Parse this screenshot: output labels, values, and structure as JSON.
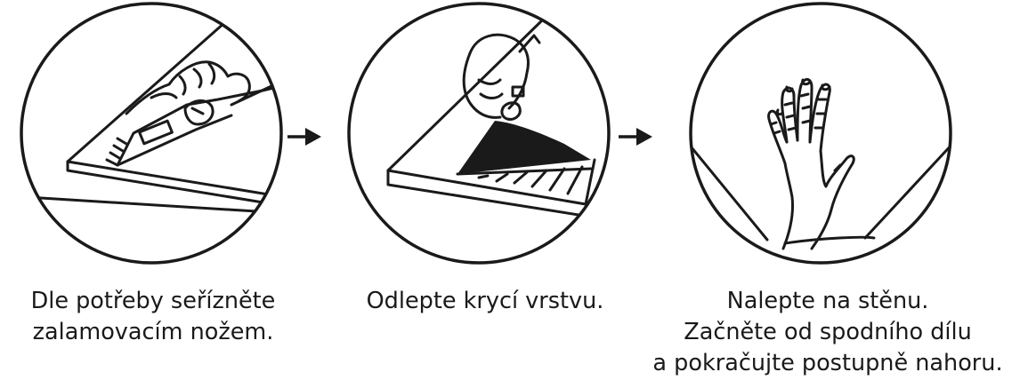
{
  "steps": [
    {
      "icon": "cutter-knife-icon",
      "caption": [
        "Dle potřeby seřízněte",
        "zalamovacím nožem."
      ]
    },
    {
      "icon": "peel-backing-icon",
      "caption": [
        "Odlepte krycí vrstvu."
      ]
    },
    {
      "icon": "hand-press-wall-icon",
      "caption": [
        "Nalepte na stěnu.",
        "Začněte od spodního dílu",
        "a pokračujte postupně nahoru."
      ]
    }
  ],
  "arrows": [
    "arrow-right-icon",
    "arrow-right-icon"
  ],
  "colors": {
    "ink": "#1a1a1a",
    "background": "#ffffff"
  }
}
